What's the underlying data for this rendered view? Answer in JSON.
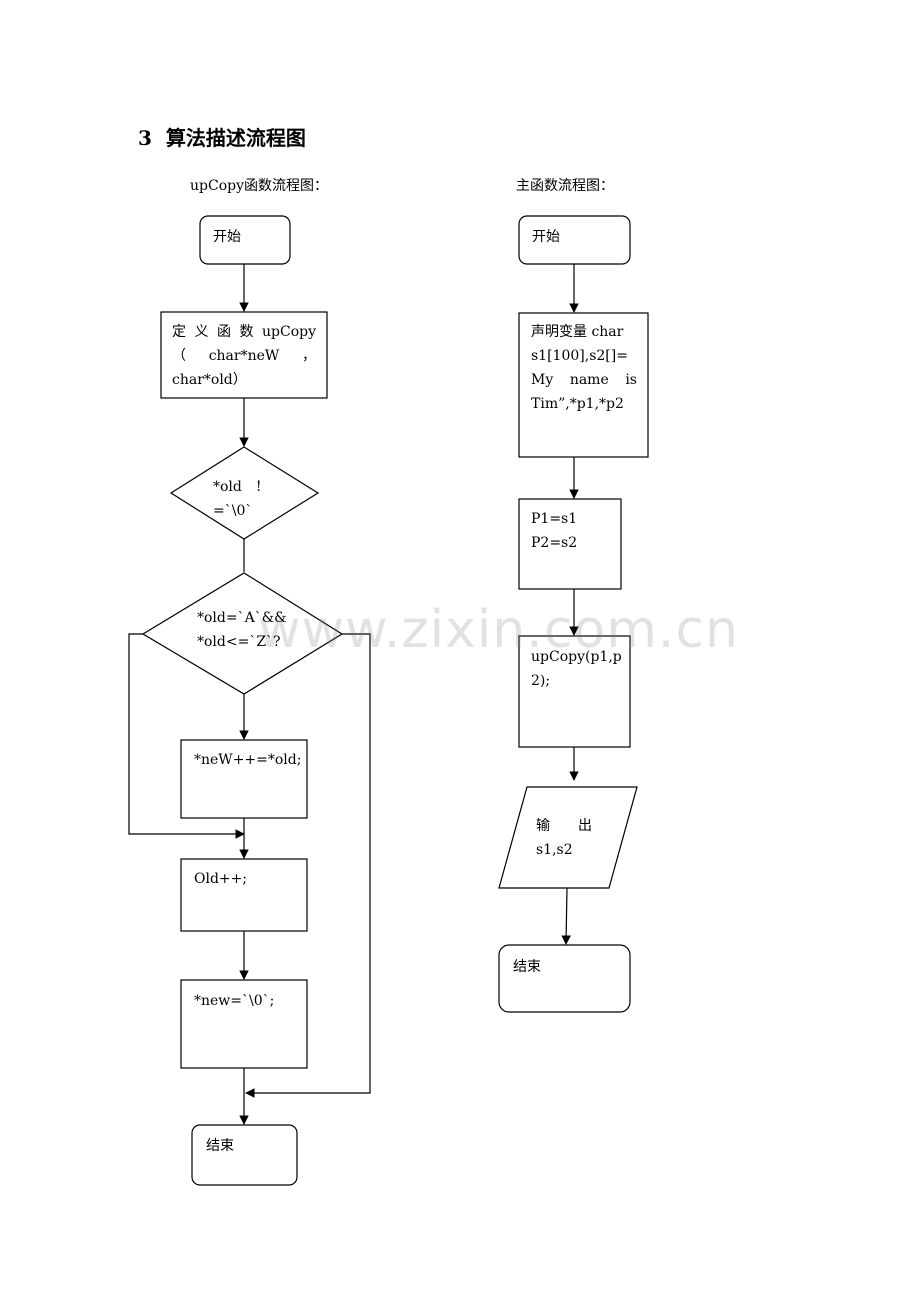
{
  "section": {
    "number": "3",
    "title": "算法描述流程图"
  },
  "left_flow": {
    "caption": "upCopy函数流程图：",
    "start": "开始",
    "define": [
      "定 义 函 数 upCopy",
      "（　 char*neW　 ，",
      "char*old）"
    ],
    "cond1": [
      "*old　!",
      "=`\\0`"
    ],
    "cond2": [
      "*old=`A`&&",
      "*old<=`Z`?"
    ],
    "assign": "*neW++=*old;",
    "inc": "Old++;",
    "term": "*new=`\\0`;",
    "end": "结束"
  },
  "right_flow": {
    "caption": "主函数流程图：",
    "start": "开始",
    "declare": [
      "声明变量 char",
      "s1[100],s2[]=",
      "My　name　is",
      "Tim”,*p1,*p2"
    ],
    "pointers": [
      "P1=s1",
      "P2=s2"
    ],
    "call": [
      "upCopy(p1,p",
      "2);"
    ],
    "output": [
      "输　　出",
      "s1,s2"
    ],
    "end": "结束"
  },
  "watermark": "www.zixin.com.cn"
}
